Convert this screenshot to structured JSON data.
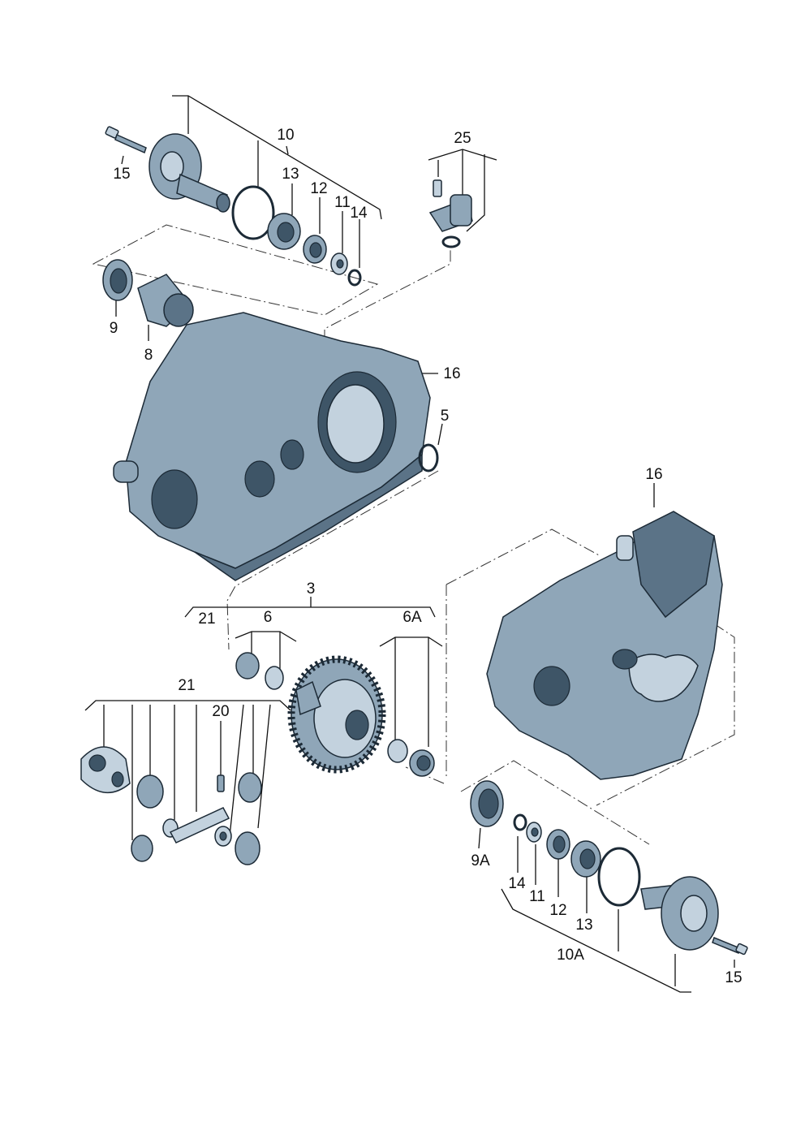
{
  "diagram": {
    "callouts": {
      "c_10": "10",
      "c_15_top": "15",
      "c_13_top": "13",
      "c_12_top": "12",
      "c_11_top": "11",
      "c_14_top": "14",
      "c_25": "25",
      "c_9": "9",
      "c_8": "8",
      "c_16_left": "16",
      "c_5": "5",
      "c_16_right": "16",
      "c_3": "3",
      "c_21_top": "21",
      "c_6": "6",
      "c_6A": "6A",
      "c_21_mid": "21",
      "c_20": "20",
      "c_9A": "9A",
      "c_14_bot": "14",
      "c_11_bot": "11",
      "c_12_bot": "12",
      "c_13_bot": "13",
      "c_10A": "10A",
      "c_15_bot": "15"
    },
    "colors": {
      "part_fill": "#8fa6b8",
      "part_shadow": "#5b7387",
      "outline": "#1c2a36"
    }
  }
}
